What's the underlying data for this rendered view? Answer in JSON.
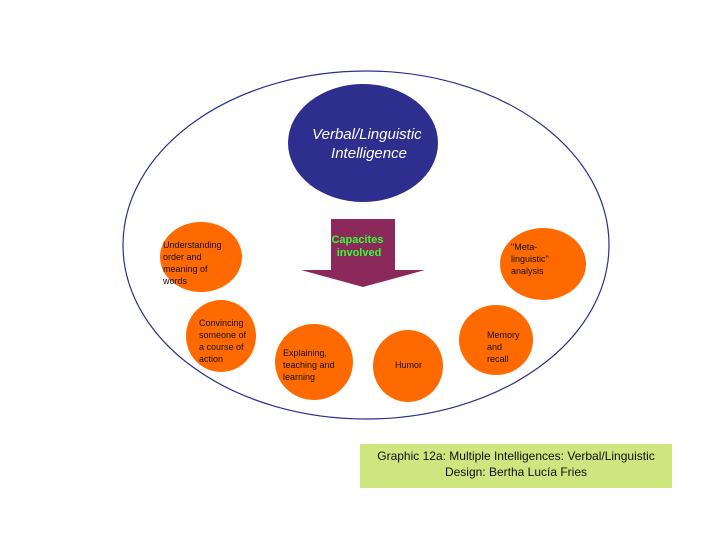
{
  "colors": {
    "outer_outline": "#2b2f8f",
    "center_fill": "#2e2e8e",
    "node_fill": "#ff6a00",
    "node_outline": "#ff6a00",
    "arrow_fill": "#8b2a5a",
    "arrow_text": "#33ff33",
    "caption_bg": "#cfe57f"
  },
  "center": {
    "line1": "Verbal/Linguistic",
    "line2": "Intelligence"
  },
  "arrow": {
    "line1": "Capacites",
    "line2": "involved"
  },
  "nodes": [
    {
      "id": "understanding",
      "lines": [
        "Understanding",
        "order and",
        "meaning of",
        "words"
      ]
    },
    {
      "id": "convincing",
      "lines": [
        "Convincing",
        "someone of",
        "a course of",
        "action"
      ]
    },
    {
      "id": "explaining",
      "lines": [
        "Explaining,",
        "teaching and",
        "learning"
      ]
    },
    {
      "id": "humor",
      "lines": [
        "Humor"
      ]
    },
    {
      "id": "memory",
      "lines": [
        "Memory",
        "and",
        "recall"
      ]
    },
    {
      "id": "metalinguistic",
      "lines": [
        "\"Meta-",
        "linguistic\"",
        "analysis"
      ]
    }
  ],
  "caption": {
    "line1": "Graphic 12a: Multiple Intelligences:  Verbal/Linguistic",
    "line2": "Design: Bertha Lucía Fries"
  }
}
